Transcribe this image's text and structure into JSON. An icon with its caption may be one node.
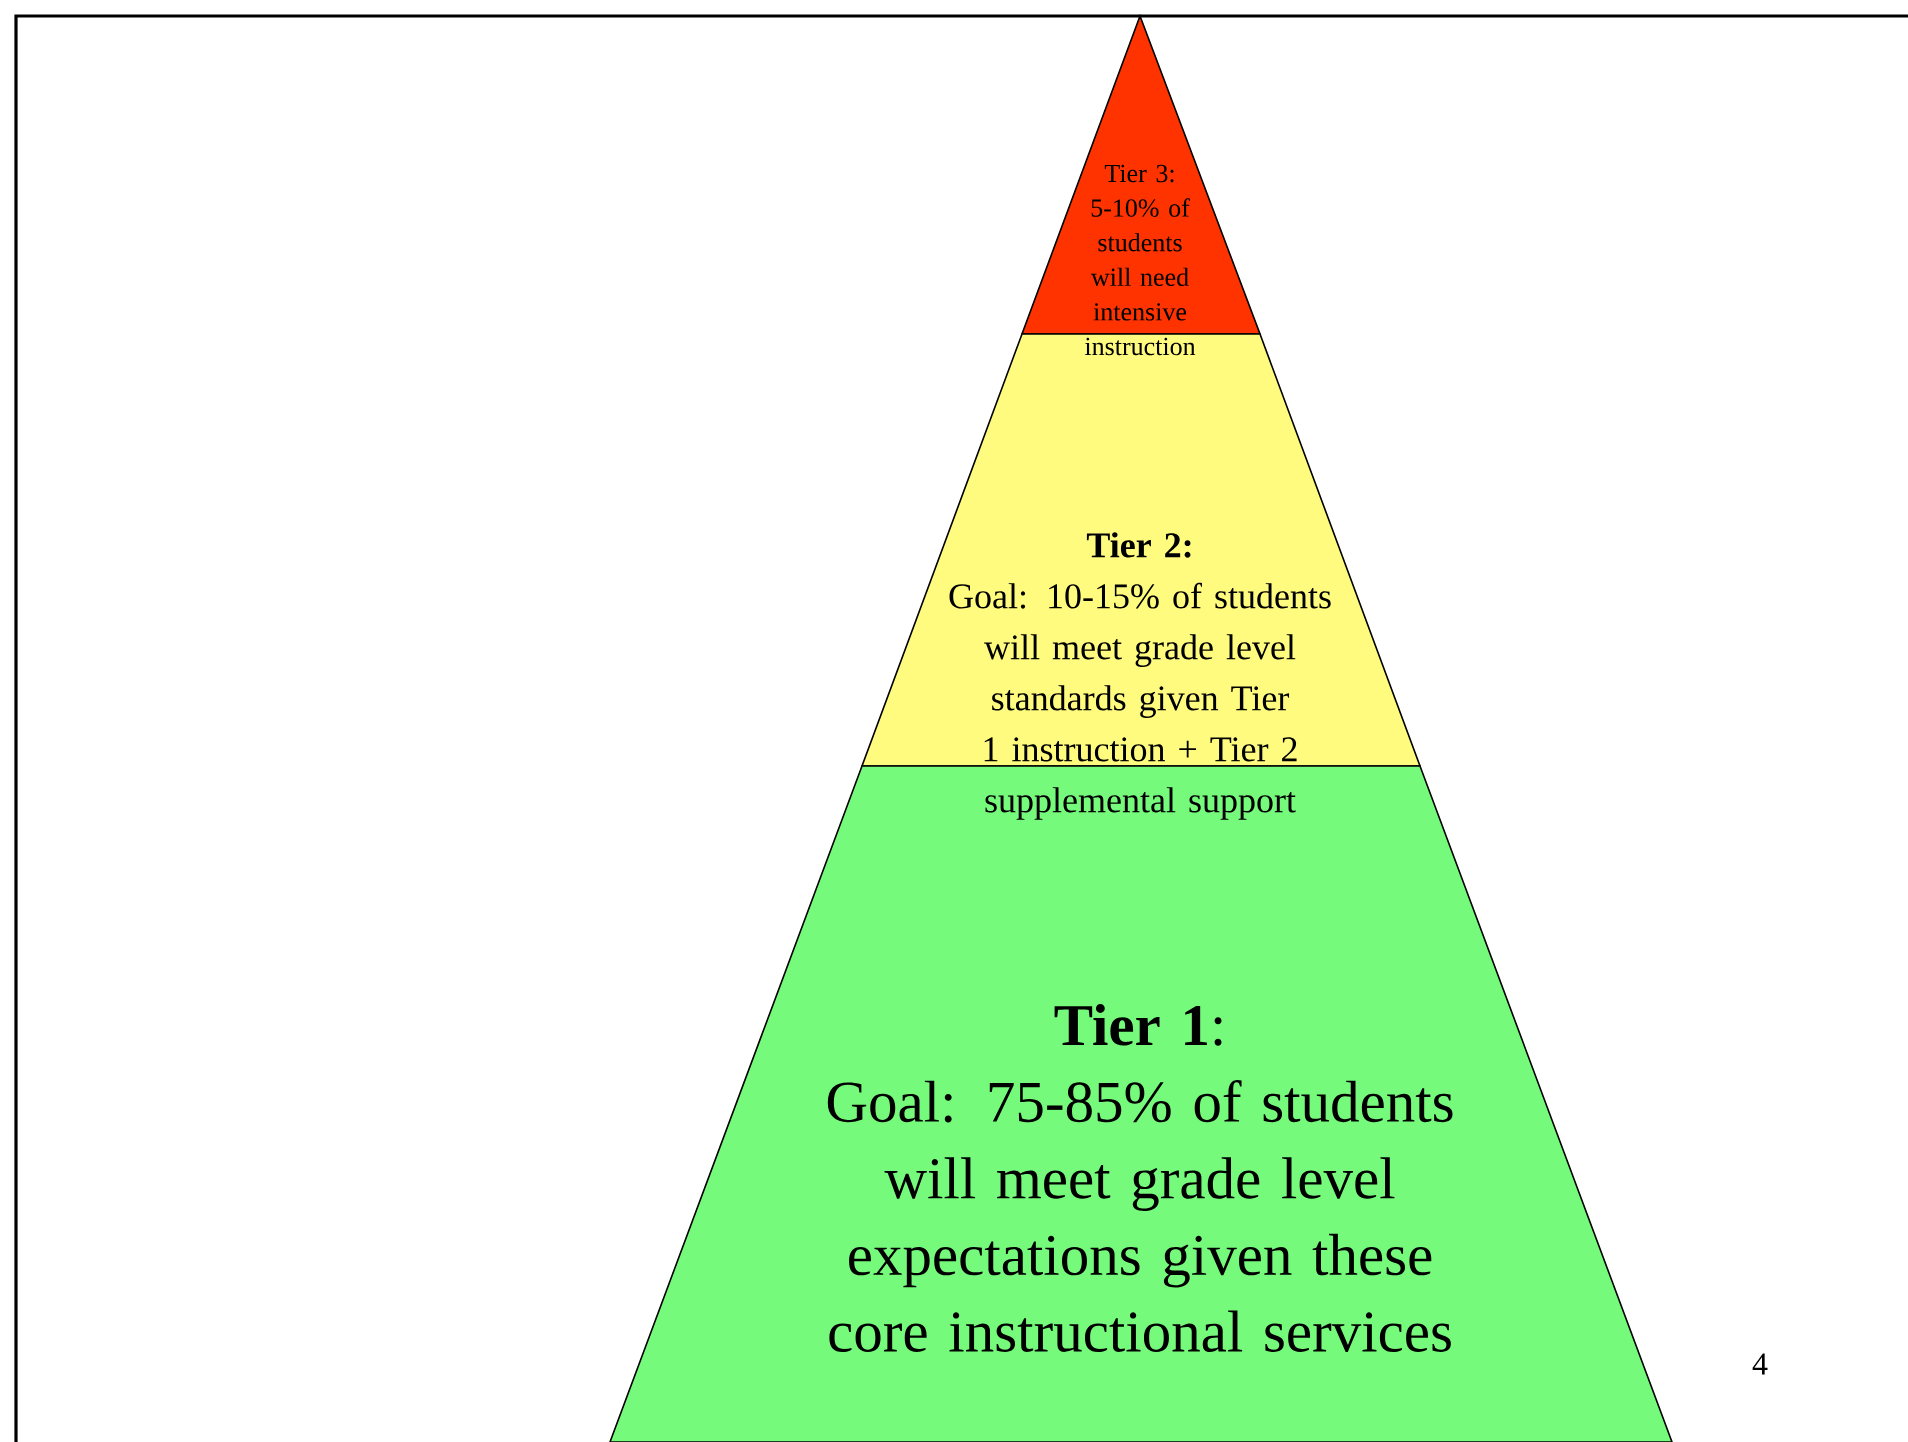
{
  "diagram": {
    "nodes": [
      {
        "text": [
          "Tier 3: 5-10% of students will need intensive instruction"
        ]
      },
      {
        "text": [
          "Tier 2:",
          "Goal: 10-15% of students will meet grade level standards given Tier 1 instruction + Tier 2 supplemental support"
        ]
      },
      {
        "text": [
          "**Tier 1**:",
          "Goal: 75-85% of students will meet grade level expectations given these core instructional services"
        ]
      }
    ],
    "labels": [
      "4"
    ]
  }
}
